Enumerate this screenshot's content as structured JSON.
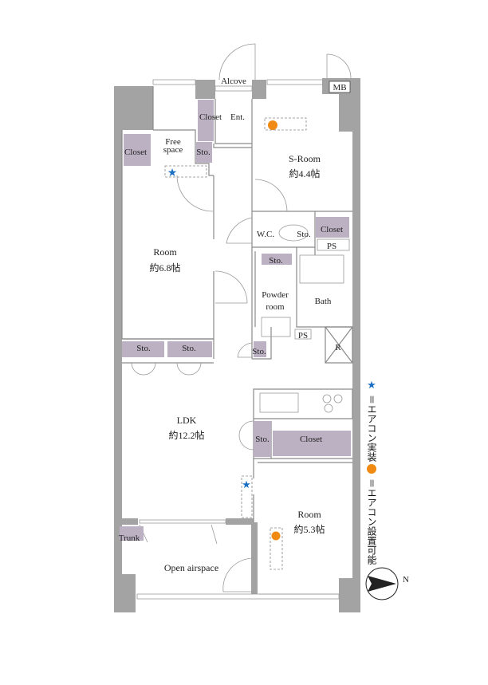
{
  "rooms": {
    "alcove": "Alcove",
    "mb": "MB",
    "closet_ent": "Closet",
    "ent": "Ent.",
    "free_space_1": "Free",
    "free_space_2": "space",
    "sto_free": "Sto.",
    "closet_left": "Closet",
    "s_room": "S-Room",
    "s_room_size": "約4.4帖",
    "room1": "Room",
    "room1_size": "約6.8帖",
    "wc": "W.C.",
    "sto_wc": "Sto.",
    "closet_right": "Closet",
    "ps1": "PS",
    "sto_powder": "Sto.",
    "powder_1": "Powder",
    "powder_2": "room",
    "bath": "Bath",
    "ps2": "PS",
    "r": "R",
    "sto_hall": "Sto.",
    "sto_a": "Sto.",
    "sto_b": "Sto.",
    "ldk": "LDK",
    "ldk_size": "約12.2帖",
    "sto_ldk": "Sto.",
    "closet_room2": "Closet",
    "room2": "Room",
    "room2_size": "約5.3帖",
    "trunk": "Trunk",
    "open_airspace": "Open airspace"
  },
  "legend": {
    "installed": "＝エアコン実装",
    "installable": "＝エアコン設置可能",
    "installed_color": "#1a6fc4",
    "installable_color": "#f08a12"
  },
  "compass": {
    "label": "N"
  }
}
